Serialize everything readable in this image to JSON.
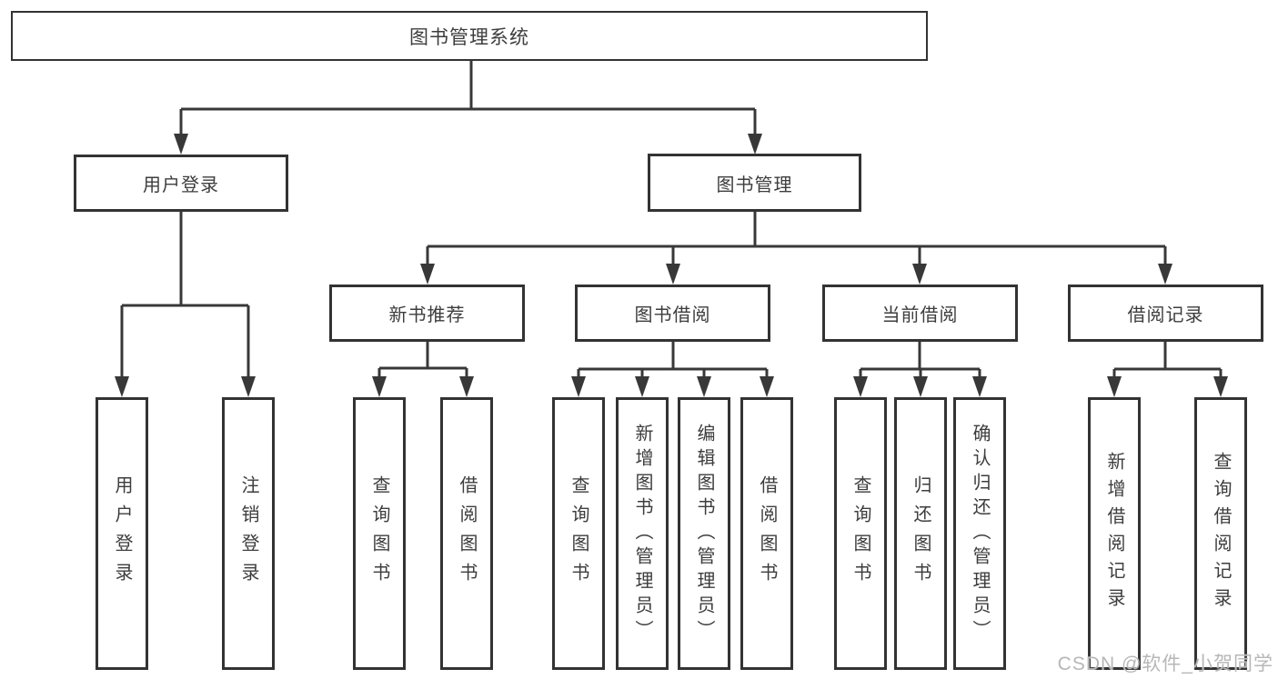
{
  "tree": {
    "root": {
      "label": "图书管理系统"
    },
    "children": [
      {
        "label": "用户登录",
        "children": [
          {
            "label": "用户登录"
          },
          {
            "label": "注销登录"
          }
        ]
      },
      {
        "label": "图书管理",
        "children": [
          {
            "label": "新书推荐",
            "children": [
              {
                "label": "查询图书"
              },
              {
                "label": "借阅图书"
              }
            ]
          },
          {
            "label": "图书借阅",
            "children": [
              {
                "label": "查询图书"
              },
              {
                "label": "新增图书（管理员）"
              },
              {
                "label": "编辑图书（管理员）"
              },
              {
                "label": "借阅图书"
              }
            ]
          },
          {
            "label": "当前借阅",
            "children": [
              {
                "label": "查询图书"
              },
              {
                "label": "归还图书"
              },
              {
                "label": "确认归还（管理员）"
              }
            ]
          },
          {
            "label": "借阅记录",
            "children": [
              {
                "label": "新增借阅记录"
              },
              {
                "label": "查询借阅记录"
              }
            ]
          }
        ]
      }
    ]
  },
  "watermark": "CSDN @软件_小贺同学",
  "colors": {
    "line": "#383838",
    "box_border": "#333333",
    "text": "#3d3d3d",
    "background": "#ffffff",
    "watermark": "#b7b7b7"
  }
}
